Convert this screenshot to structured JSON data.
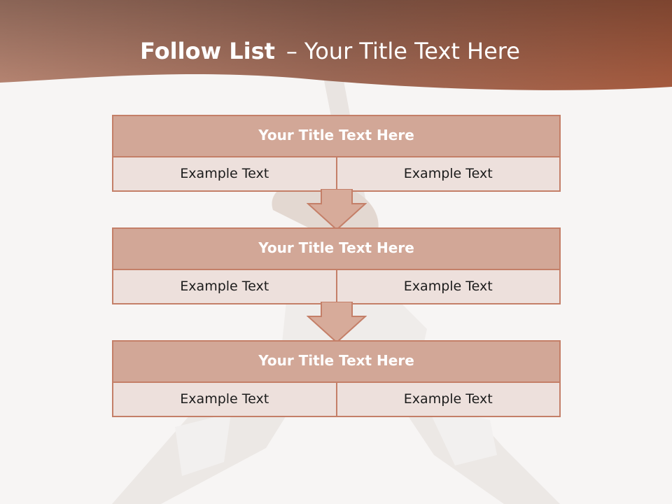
{
  "slide": {
    "title_bold": "Follow List",
    "title_separator": "–",
    "title_rest": "Your Title Text Here"
  },
  "boxes": [
    {
      "title": "Your Title Text Here",
      "left_text": "Example Text",
      "right_text": "Example Text"
    },
    {
      "title": "Your Title Text Here",
      "left_text": "Example Text",
      "right_text": "Example Text"
    },
    {
      "title": "Your Title Text Here",
      "left_text": "Example Text",
      "right_text": "Example Text"
    }
  ],
  "colors": {
    "header_band": "#a8664c",
    "box_title_fill": "#d2a797",
    "box_cell_fill": "#ede0dc",
    "box_border": "#c47f68",
    "arrow_fill": "#d7ab9a"
  },
  "icons": {
    "flow_arrow": "down-arrow-icon"
  }
}
